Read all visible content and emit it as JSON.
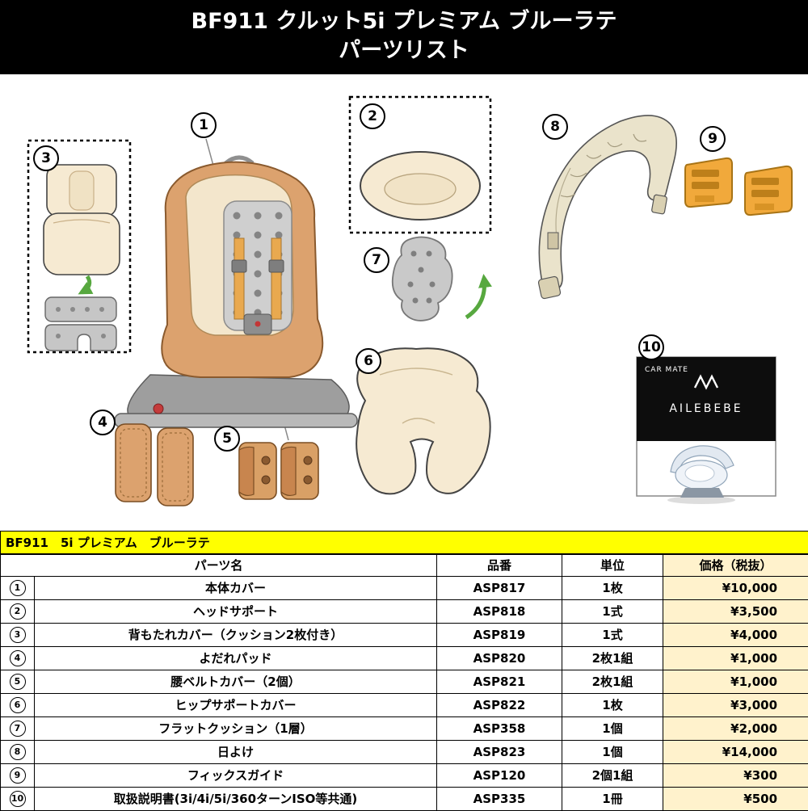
{
  "header": {
    "title_line1": "BF911 クルット5i プレミアム ブルーラテ",
    "title_line2": "パーツリスト"
  },
  "diagram": {
    "labels": {
      "l1": "1",
      "l2": "2",
      "l3": "3",
      "l4": "4",
      "l5": "5",
      "l6": "6",
      "l7": "7",
      "l8": "8",
      "l9": "9",
      "l10": "10"
    },
    "manual": {
      "maker": "CAR MATE",
      "brand": "AILEBEBE"
    }
  },
  "table": {
    "title": "BF911　5i プレミアム　ブルーラテ",
    "headers": {
      "name": "パーツ名",
      "code": "品番",
      "unit": "単位",
      "price": "価格（税抜）"
    },
    "rows": [
      {
        "num": "1",
        "name": "本体カバー",
        "code": "ASP817",
        "unit": "1枚",
        "price": "¥10,000"
      },
      {
        "num": "2",
        "name": "ヘッドサポート",
        "code": "ASP818",
        "unit": "1式",
        "price": "¥3,500"
      },
      {
        "num": "3",
        "name": "背もたれカバー（クッション2枚付き）",
        "code": "ASP819",
        "unit": "1式",
        "price": "¥4,000"
      },
      {
        "num": "4",
        "name": "よだれパッド",
        "code": "ASP820",
        "unit": "2枚1組",
        "price": "¥1,000"
      },
      {
        "num": "5",
        "name": "腰ベルトカバー（2個）",
        "code": "ASP821",
        "unit": "2枚1組",
        "price": "¥1,000"
      },
      {
        "num": "6",
        "name": "ヒップサポートカバー",
        "code": "ASP822",
        "unit": "1枚",
        "price": "¥3,000"
      },
      {
        "num": "7",
        "name": "フラットクッション（1層）",
        "code": "ASP358",
        "unit": "1個",
        "price": "¥2,000"
      },
      {
        "num": "8",
        "name": "日よけ",
        "code": "ASP823",
        "unit": "1個",
        "price": "¥14,000"
      },
      {
        "num": "9",
        "name": "フィックスガイド",
        "code": "ASP120",
        "unit": "2個1組",
        "price": "¥300"
      },
      {
        "num": "10",
        "name": "取扱説明書(3i/4i/5i/360ターンISO等共通)",
        "code": "ASP335",
        "unit": "1冊",
        "price": "¥500"
      }
    ],
    "colors": {
      "title_bg": "#FFFF00",
      "price_bg": "#FFF2CC",
      "header_bg": "#000000",
      "accent_green": "#57A83F"
    }
  }
}
